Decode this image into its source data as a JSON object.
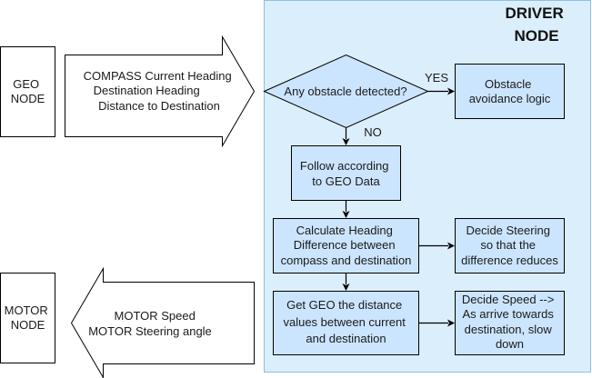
{
  "driver_node": {
    "title_lines": [
      "DRIVER",
      "NODE"
    ],
    "fill": "#dbeefb",
    "border": "#8cc1e6"
  },
  "node_fill": "#cce5ff",
  "geo_node": {
    "lines": [
      "GEO",
      "NODE"
    ]
  },
  "motor_node": {
    "lines": [
      "MOTOR",
      "NODE"
    ]
  },
  "geo_arrow": {
    "lines": [
      "COMPASS Current Heading",
      "Destination Heading",
      "Distance to Destination"
    ]
  },
  "motor_arrow": {
    "lines": [
      "MOTOR Speed",
      "MOTOR Steering angle"
    ]
  },
  "decision": {
    "lines": [
      "Any obstacle detected?"
    ],
    "yes": "YES",
    "no": "NO"
  },
  "obstacle": {
    "lines": [
      "Obstacle",
      "avoidance logic"
    ]
  },
  "follow": {
    "lines": [
      "Follow according",
      "to GEO Data"
    ]
  },
  "calc": {
    "lines": [
      "Calculate Heading",
      "Difference between",
      "compass and destination"
    ]
  },
  "steering": {
    "lines": [
      "Decide Steering",
      "so that the",
      "difference reduces"
    ]
  },
  "distance": {
    "lines": [
      "Get GEO the distance",
      "values between current",
      "and destination"
    ]
  },
  "speed": {
    "lines": [
      "Decide Speed -->",
      "As arrive towards",
      "destination, slow",
      "down"
    ]
  }
}
